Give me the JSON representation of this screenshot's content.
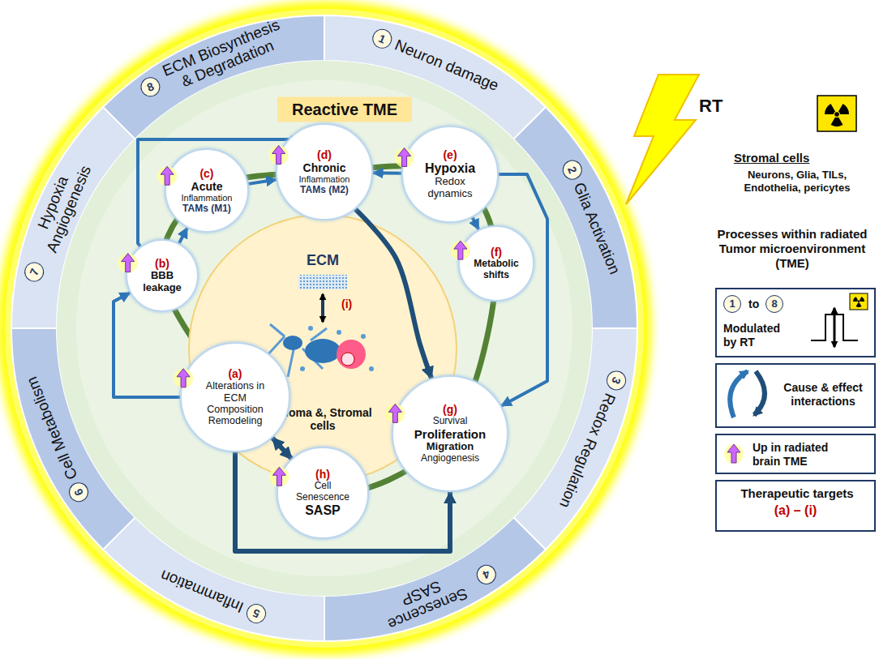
{
  "diagram": {
    "nodes": [
      {
        "text": [
          "1",
          "Neuron damage"
        ]
      },
      {
        "text": [
          "2",
          "Glia Activation"
        ]
      },
      {
        "text": [
          "3",
          "Redox Regulation"
        ]
      },
      {
        "text": [
          "4",
          "Senescence SASP"
        ]
      },
      {
        "text": [
          "5",
          "Inflammation"
        ]
      },
      {
        "text": [
          "6",
          "Cell Metabolism"
        ]
      },
      {
        "text": [
          "7",
          "Hypoxia Angiogenesis"
        ]
      },
      {
        "text": [
          "8",
          "ECM Biosynthesis & Degradation"
        ]
      },
      {
        "text": [
          "Reactive TME"
        ]
      },
      {
        "text": [
          "(a)",
          "Alterations in ECM Composition Remodeling"
        ]
      },
      {
        "text": [
          "(b)",
          "BBB leakage"
        ]
      },
      {
        "text": [
          "(c)",
          "Acute",
          "Inflammation",
          "TAMs (M1)"
        ]
      },
      {
        "text": [
          "(d)",
          "Chronic",
          "Inflammation",
          "TAMs (M2)"
        ]
      },
      {
        "text": [
          "(e)",
          "Hypoxia",
          "Redox dynamics"
        ]
      },
      {
        "text": [
          "(f)",
          "Metabolic shifts"
        ]
      },
      {
        "text": [
          "(g)",
          "Survival",
          "Proliferation",
          "Migration",
          "Angiogenesis"
        ]
      },
      {
        "text": [
          "(h)",
          "Cell Senescence",
          "SASP"
        ]
      },
      {
        "text": [
          "ECM",
          "(i)",
          "Glioma &, Stromal cells"
        ]
      }
    ],
    "edges": [
      {
        "from": 9,
        "to": 10,
        "arrow": "to"
      },
      {
        "from": 10,
        "to": 11,
        "arrow": "to"
      },
      {
        "from": 10,
        "to": 12,
        "arrow": "to"
      },
      {
        "from": 11,
        "to": 12,
        "arrow": "to"
      },
      {
        "from": 13,
        "to": 12,
        "arrow": "to"
      },
      {
        "from": 13,
        "to": 14,
        "arrow": "to"
      },
      {
        "from": 13,
        "to": 15,
        "arrow": "to"
      },
      {
        "from": 12,
        "to": 15,
        "arrow": "to"
      },
      {
        "from": 9,
        "to": 15,
        "arrow": "to"
      },
      {
        "from": 9,
        "to": 16,
        "arrow": "both"
      }
    ],
    "labels": [
      "RT",
      "Stromal cells",
      "Neurons, Glia, TILs, Endothelia, pericytes",
      "Processes within radiated Tumor microenvironment (TME)",
      "1",
      "to",
      "8",
      "(a) – (i)"
    ],
    "legend": [
      {
        "text": "Modulated by RT"
      },
      {
        "text": "Cause & effect interactions"
      },
      {
        "text": "Up in radiated brain TME"
      },
      {
        "text": "Therapeutic targets"
      }
    ]
  }
}
